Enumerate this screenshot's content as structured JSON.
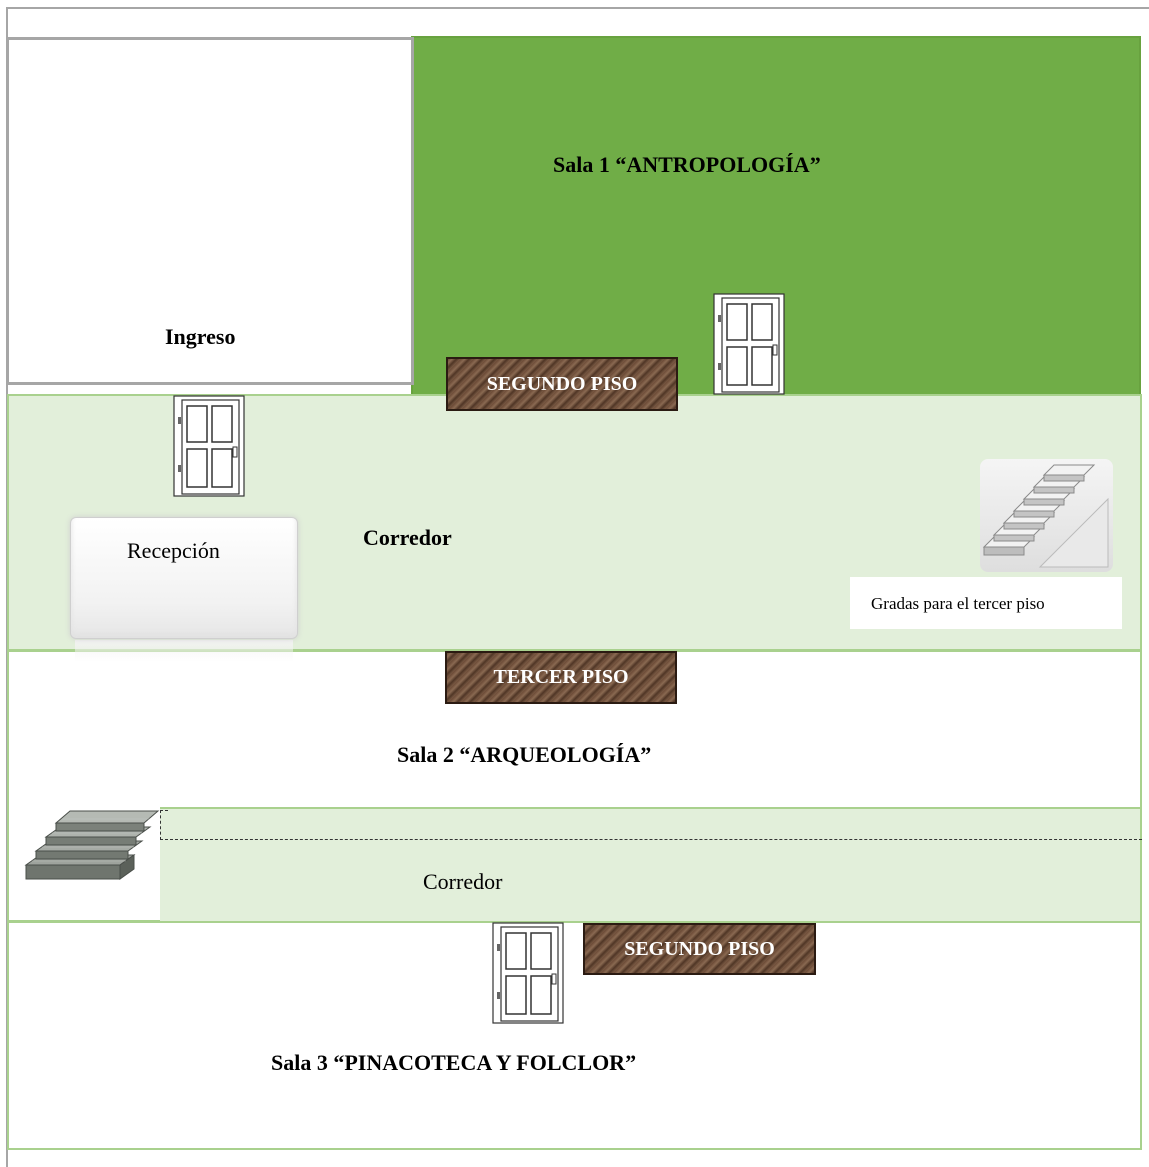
{
  "rooms": {
    "ingreso": "Ingreso",
    "sala1": "Sala 1 “ANTROPOLOGÍA”",
    "corredor1": "Corredor",
    "recepcion": "Recepción",
    "gradas": "Gradas para el tercer piso",
    "sala2": "Sala 2 “ARQUEOLOGÍA”",
    "corredor2": "Corredor",
    "sala3": "Sala 3 “PINACOTECA Y FOLCLOR”"
  },
  "floor_signs": {
    "top": "SEGUNDO PISO",
    "middle": "TERCER PISO",
    "bottom": "SEGUNDO PISO"
  },
  "colors": {
    "sala1_fill": "#70ad47",
    "corridor_fill": "#e2efda",
    "room_border": "#a9d18e",
    "sign_fill": "#6b4a36"
  },
  "icons": [
    "door-icon",
    "stairs-icon"
  ]
}
